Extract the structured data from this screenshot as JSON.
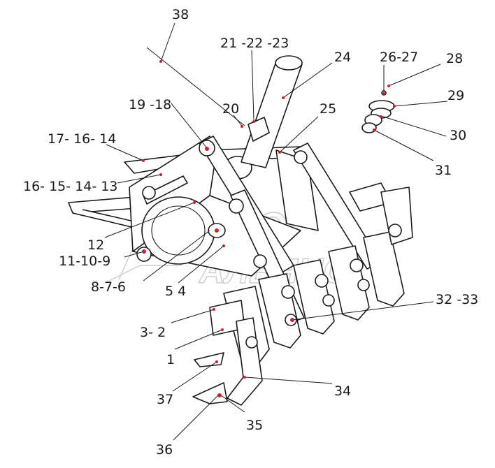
{
  "labels": {
    "l38": "38",
    "l21": "21 -22 -23",
    "l24": "24",
    "l26": "26-27",
    "l28": "28",
    "l29": "29",
    "l19": "19 -18",
    "l20": "20",
    "l25": "25",
    "l30": "30",
    "l17": "17- 16- 14",
    "l31": "31",
    "l16": "16- 15- 14- 13",
    "l12": "12",
    "l11": "11-10-9",
    "l8": "8-7-6",
    "l54": "5 4",
    "l32": "32 -33",
    "l32b": "3- 2",
    "l1": "1",
    "l37": "37",
    "l34": "34",
    "l35": "35",
    "l36": "36"
  },
  "watermark": {
    "line1": "АВТО",
    "line2": "АЛЬЯНС"
  },
  "colors": {
    "line": "#1a1a1a",
    "callout_dot": "#d0202a",
    "watermark": "#c9cdd3"
  }
}
